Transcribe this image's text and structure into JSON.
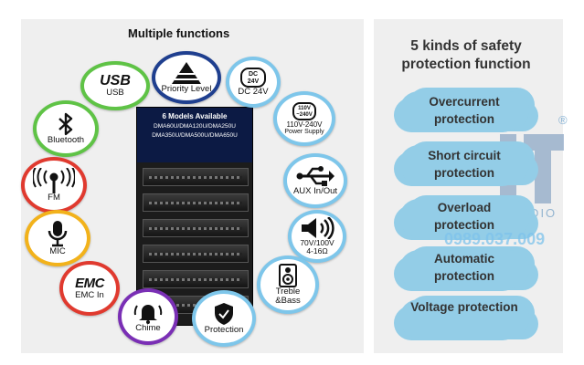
{
  "left": {
    "title": "Multiple functions",
    "amplifier": {
      "header": "6 Models Available",
      "models": [
        "DMA60U/DMA120U/DMA250U",
        "DMA350U/DMA500U/DMA650U"
      ]
    },
    "features": {
      "priority": "Priority Level",
      "usb": "USB",
      "usb_logo": "USB",
      "dc": "DC 24V",
      "dc_icon_text": [
        "DC",
        "24V"
      ],
      "power": "110V-240V",
      "power_sub": "Power Supply",
      "power_icon_text": [
        "110V",
        "~240V"
      ],
      "bluetooth": "Bluetooth",
      "aux": "AUX In/Out",
      "fm": "FM",
      "speaker": "70V/100V",
      "speaker_sub": "4-16Ω",
      "mic": "MIC",
      "treble": "Treble",
      "bass": "&Bass",
      "emc": "EMC In",
      "emc_logo": "EMC",
      "chime": "Chime",
      "protection": "Protection"
    },
    "ring_colors": {
      "priority": "#1f3f8f",
      "usb": "#5fc346",
      "dc": "#7ec6ea",
      "power": "#7ec6ea",
      "bluetooth": "#5fc346",
      "aux": "#7ec6ea",
      "fm": "#e03a2f",
      "speaker": "#7ec6ea",
      "mic": "#f2b21b",
      "treble": "#7ec6ea",
      "emc": "#e03a2f",
      "chime": "#7a2fb5",
      "protection": "#7ec6ea"
    }
  },
  "right": {
    "title": "5 kinds of safety protection function",
    "items": [
      "Overcurrent protection",
      "Short circuit protection",
      "Overload protection",
      "Automatic protection",
      "Voltage protection"
    ],
    "cloud_color": "#93cde7"
  },
  "watermark": {
    "audio": "AUDIO",
    "phone": "0989.037.009",
    "registered": "®"
  }
}
